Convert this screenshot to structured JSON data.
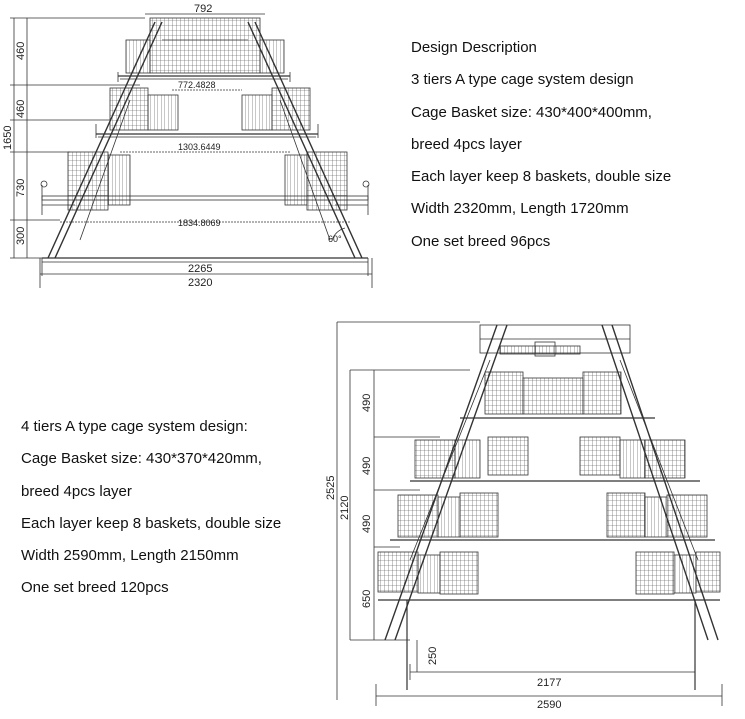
{
  "top_design": {
    "description_lines": [
      "Design Description",
      "3 tiers A type cage system design",
      "Cage Basket size: 430*400*400mm,",
      "breed  4pcs layer",
      "Each layer keep 8 baskets, double size",
      "Width 2320mm, Length 1720mm",
      "One set breed 96pcs"
    ],
    "dimensions": {
      "top_width": "792",
      "tier1_width": "772.4828",
      "tier2_width": "1303.6449",
      "tier3_width": "1834.8069",
      "inner_base": "2265",
      "overall_width": "2320",
      "total_height": "1650",
      "tier1_height": "460",
      "tier2_height": "460",
      "tier3_height": "730",
      "leg_height": "300",
      "angle": "60°"
    }
  },
  "bottom_design": {
    "description_lines": [
      "4 tiers A type cage system design:",
      "Cage Basket size: 430*370*420mm,",
      "breed 4pcs layer",
      "Each layer keep 8 baskets, double size",
      "Width 2590mm, Length 2150mm",
      "One set breed 120pcs"
    ],
    "dimensions": {
      "total_height": "2525",
      "frame_height": "2120",
      "tier1_height": "490",
      "tier2_height": "490",
      "tier3_height": "490",
      "tier4_height": "650",
      "leg_height": "250",
      "inner_base": "2177",
      "overall_width": "2590"
    }
  }
}
